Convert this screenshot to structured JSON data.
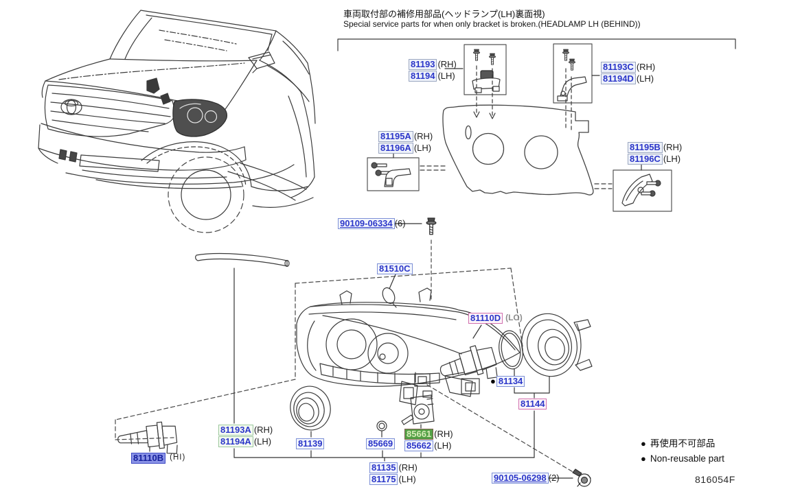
{
  "titles": {
    "jp": "車両取付部の補修用部品(ヘッドランプ(LH)裏面視)",
    "en": "Special service parts for when only bracket is broken.(HEADLAMP LH (BEHIND))"
  },
  "legend": {
    "bullet": "●",
    "jp": "再使用不可部品",
    "en": "Non-reusable part"
  },
  "diagram_code": "816054F",
  "colors": {
    "part_link_blue": "#2b36c9",
    "box_border_gray": "#9aa6c0",
    "box_border_blue": "#7c8fd6",
    "box_border_pink": "#d06fae",
    "box_border_green": "#9cc79c",
    "highlight_green_bg": "#54a046",
    "highlight_blue_bg": "#8a93e6",
    "line_art": "#3a3a3a"
  },
  "labels": {
    "p81193": {
      "pn": "81193",
      "side": "(RH)"
    },
    "p81194": {
      "pn": "81194",
      "side": "(LH)"
    },
    "p81193C": {
      "pn": "81193C",
      "side": "(RH)"
    },
    "p81194D": {
      "pn": "81194D",
      "side": "(LH)"
    },
    "p81195A": {
      "pn": "81195A",
      "side": "(RH)"
    },
    "p81196A": {
      "pn": "81196A",
      "side": "(LH)"
    },
    "p81195B": {
      "pn": "81195B",
      "side": "(RH)"
    },
    "p81196C": {
      "pn": "81196C",
      "side": "(LH)"
    },
    "p90109": {
      "pn": "90109-06334",
      "qty": "(6)"
    },
    "p81510C": {
      "pn": "81510C"
    },
    "p81110D": {
      "pn": "81110D",
      "beam": "(LO)"
    },
    "p81134": {
      "pn": "81134",
      "marker": "●"
    },
    "p81144": {
      "pn": "81144"
    },
    "p81193A": {
      "pn": "81193A",
      "side": "(RH)"
    },
    "p81194A": {
      "pn": "81194A",
      "side": "(LH)"
    },
    "p81139": {
      "pn": "81139"
    },
    "p85669": {
      "pn": "85669"
    },
    "p85661": {
      "pn": "85661",
      "side": "(RH)"
    },
    "p85662": {
      "pn": "85662",
      "side": "(LH)"
    },
    "p81135": {
      "pn": "81135",
      "side": "(RH)"
    },
    "p81175": {
      "pn": "81175",
      "side": "(LH)"
    },
    "p81110B": {
      "pn": "81110B",
      "beam": "(HI)"
    },
    "p90105": {
      "pn": "90105-06298",
      "qty": "(2)"
    }
  }
}
